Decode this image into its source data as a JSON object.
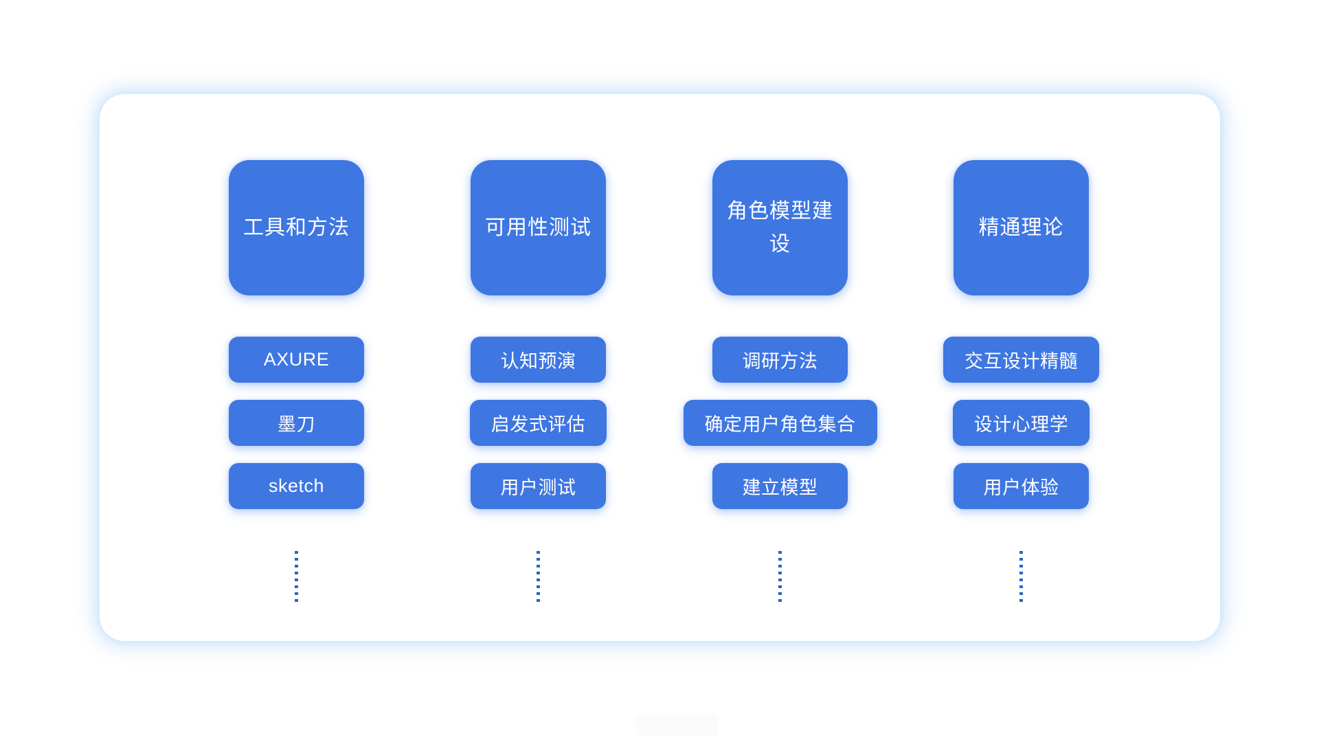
{
  "theme": {
    "box_blue": "#3E76E2",
    "text_white": "#FFFFFF",
    "dot_blue": "#2767BE",
    "board_glow": "#D9E9FB"
  },
  "columns": [
    {
      "header": "工具和方法",
      "items": [
        "AXURE",
        "墨刀",
        "sketch"
      ]
    },
    {
      "header": "可用性测试",
      "items": [
        "认知预演",
        "启发式评估",
        "用户测试"
      ]
    },
    {
      "header": "角色模型建设",
      "items": [
        "调研方法",
        "确定用户角色集合",
        "建立模型"
      ]
    },
    {
      "header": "精通理论",
      "items": [
        "交互设计精髓",
        "设计心理学",
        "用户体验"
      ]
    }
  ]
}
